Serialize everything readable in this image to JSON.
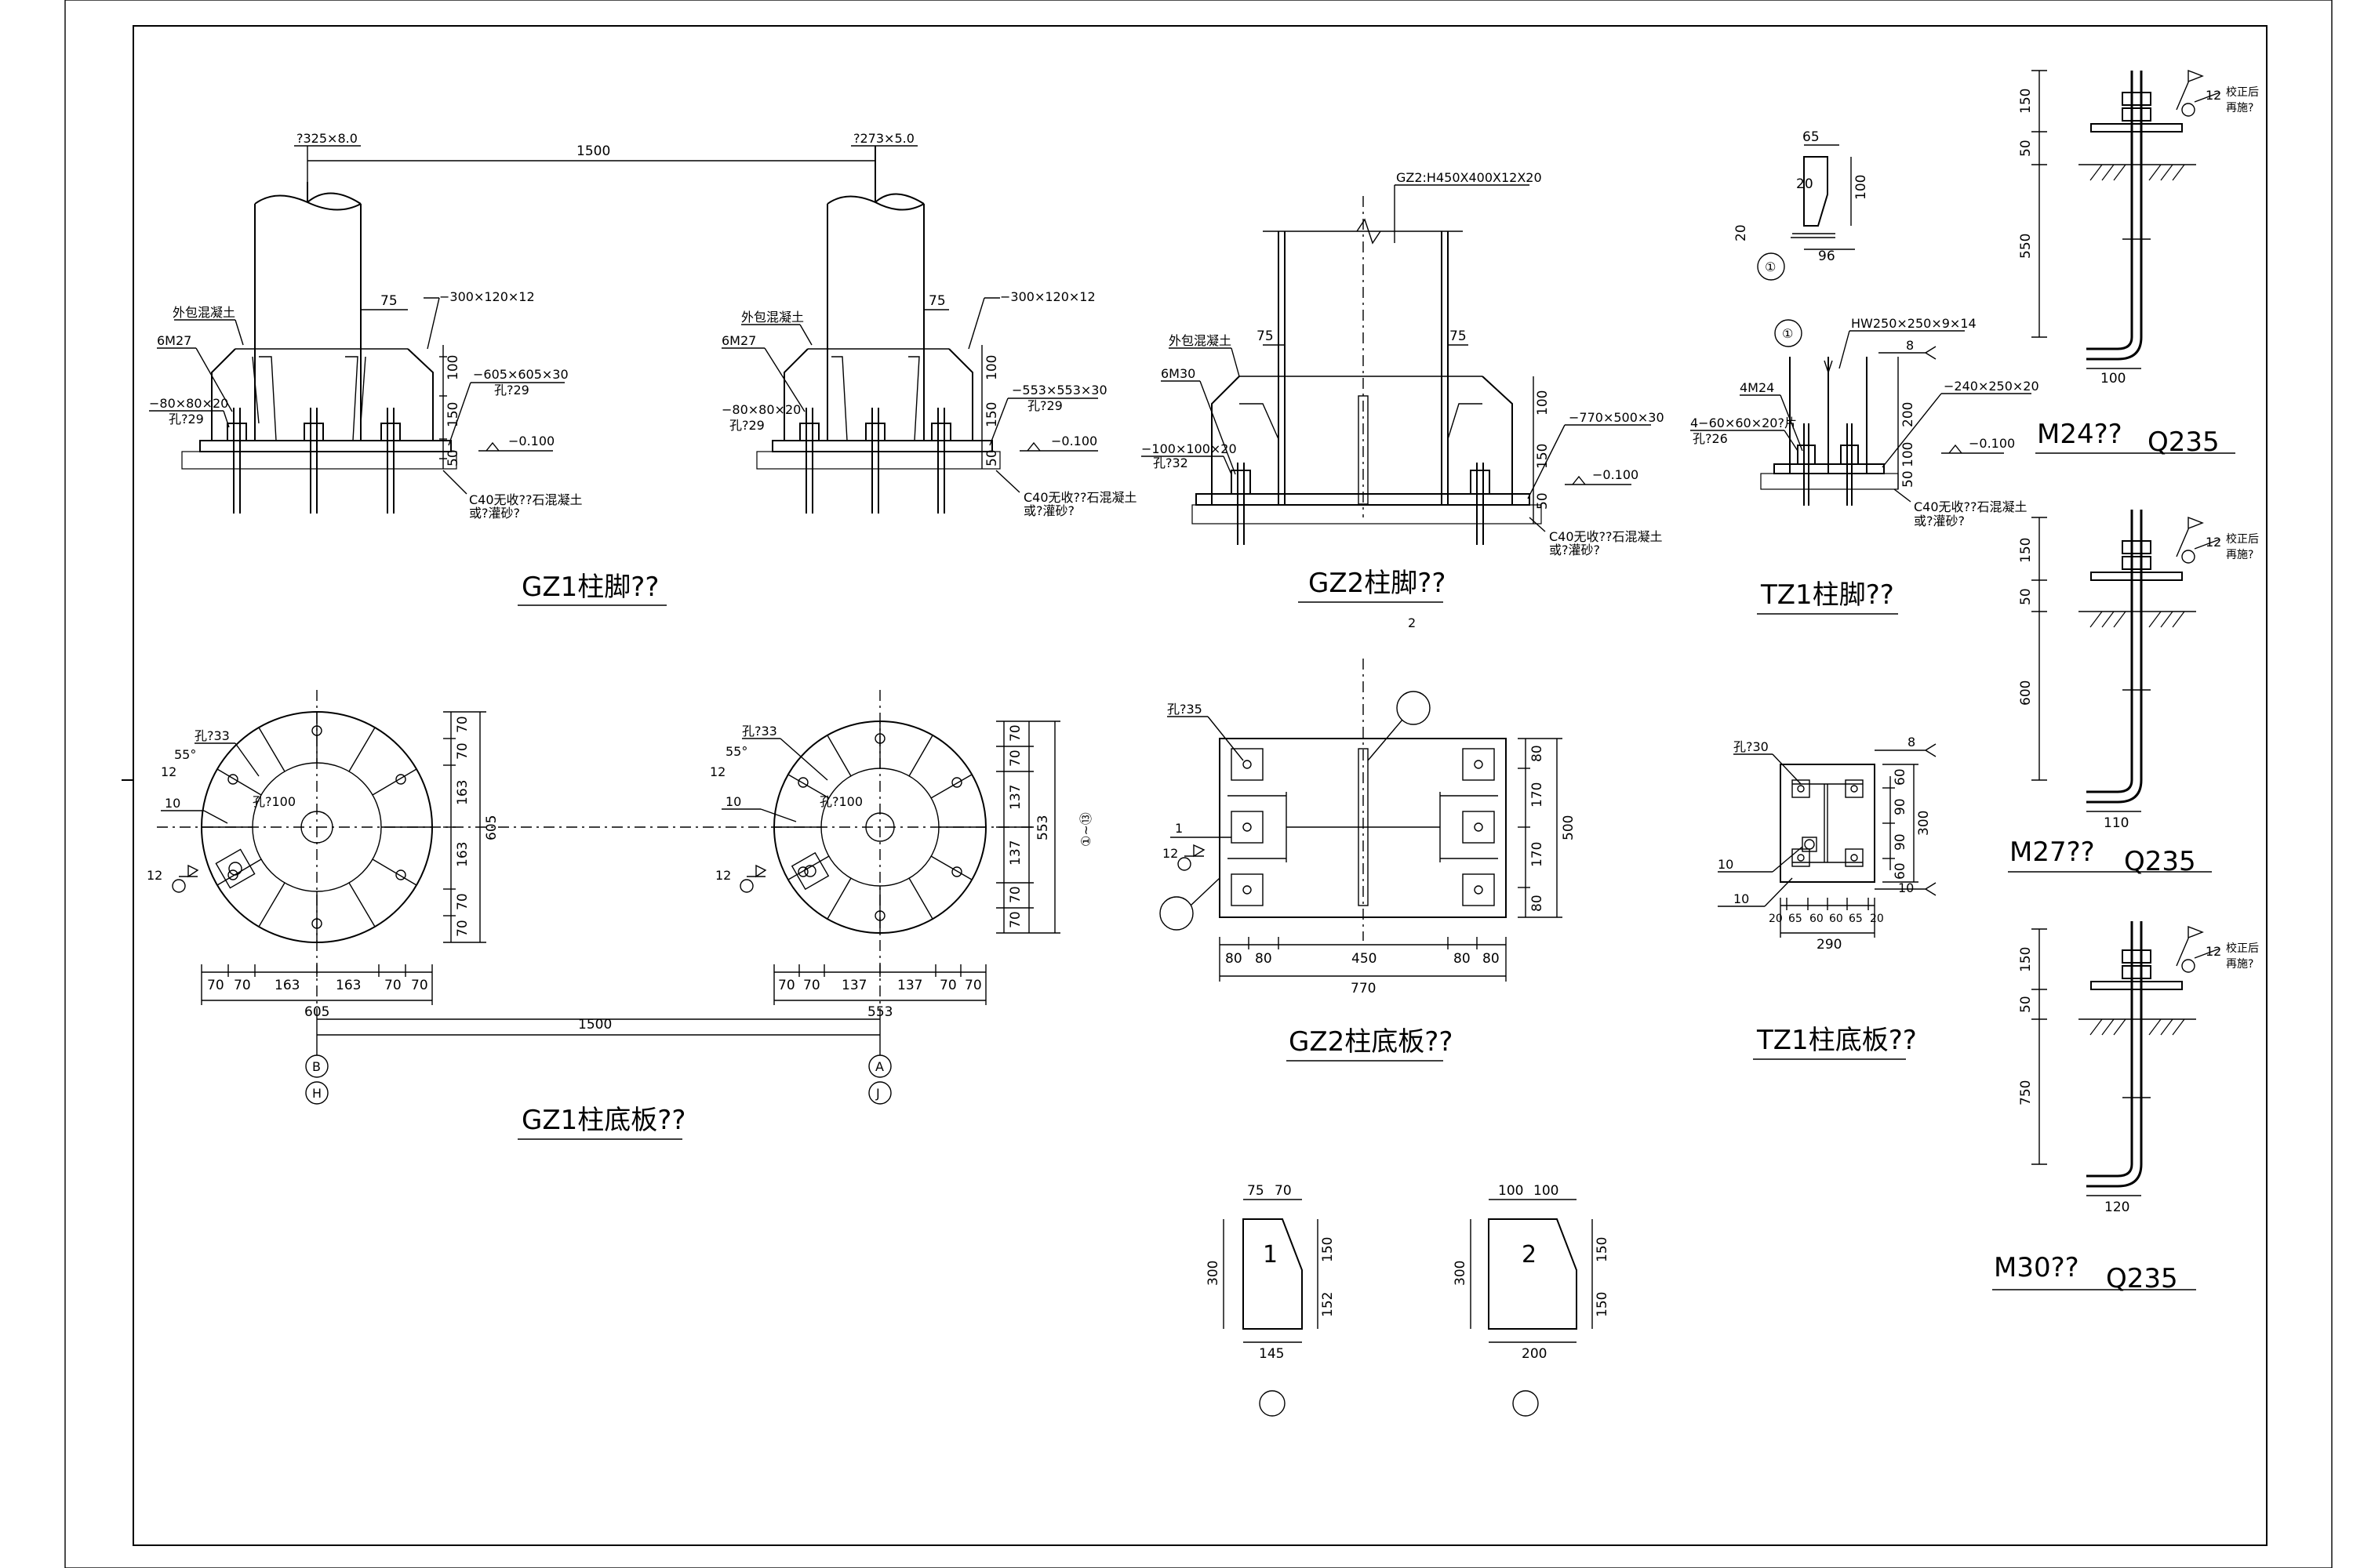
{
  "details": {
    "gz1_foot": {
      "title": "GZ1柱脚??",
      "pipe_left": "?325×8.0",
      "pipe_right": "?273×5.0",
      "span": "1500",
      "stiffener_left": "−300×120×12",
      "stiffener_right": "−300×120×12",
      "encasing_left": "外包混凝土",
      "encasing_right": "外包混凝土",
      "bolts": "6M27",
      "washer_left": "−80×80×20",
      "washer_left_hole": "孔?29",
      "washer_right": "−80×80×20",
      "washer_right_hole": "孔?29",
      "plate_left": "−605×605×30",
      "plate_left_hole": "孔?29",
      "plate_right": "−553×553×30",
      "plate_right_hole": "孔?29",
      "dim_75": "75",
      "dim_100": "100",
      "dim_150": "150",
      "dim_50": "50",
      "elev": "−0.100",
      "grout_line1": "C40无收??石混凝土",
      "grout_line2": "或?灌砂?"
    },
    "gz2_foot": {
      "title": "GZ2柱脚??",
      "section": "GZ2:H450X400X12X20",
      "encasing": "外包混凝土",
      "bolts": "6M30",
      "washer": "−100×100×20",
      "washer_hole": "孔?32",
      "plate": "−770×500×30",
      "dim_75": "75",
      "dim_100": "100",
      "dim_150": "150",
      "dim_50": "50",
      "elev": "−0.100",
      "grout_line1": "C40无收??石混凝土",
      "grout_line2": "或?灌砂?",
      "note_2": "2"
    },
    "tz1_foot": {
      "title": "TZ1柱脚??",
      "section": "HW250×250×9×14",
      "marker": "①",
      "bolts": "4M24",
      "washer": "4−60×60×20?片",
      "washer_hole": "孔?26",
      "plate": "−240×250×20",
      "weld": "8",
      "dim_200": "200",
      "dim_100": "100",
      "dim_50": "50",
      "elev": "−0.100",
      "grout_line1": "C40无收??石混凝土",
      "grout_line2": "或?灌砂?"
    },
    "stiffener_1_small": {
      "marker": "①",
      "dim_65": "65",
      "dim_20a": "20",
      "dim_100": "100",
      "dim_20b": "20",
      "dim_96": "96"
    },
    "gz1_plate": {
      "title": "GZ1柱底板??",
      "hole_bolt_left": "孔?33",
      "hole_bolt_right": "孔?33",
      "angle_left": "55°",
      "angle_right": "55°",
      "weld_12_left": "12",
      "weld_12_right": "12",
      "weld_10_left": "10",
      "weld_10_right": "10",
      "center_hole_left": "孔?100",
      "center_hole_right": "孔?100",
      "horiz_dims_left": [
        "70",
        "70",
        "163",
        "163",
        "70",
        "70"
      ],
      "horiz_total_left": "605",
      "vert_dims_left": [
        "70",
        "70",
        "163",
        "163",
        "70",
        "70"
      ],
      "vert_total_left": "605",
      "horiz_dims_right": [
        "70",
        "70",
        "137",
        "137",
        "70",
        "70"
      ],
      "horiz_total_right": "553",
      "vert_dims_right": [
        "70",
        "70",
        "137",
        "137",
        "70",
        "70"
      ],
      "vert_total_right": "553",
      "span": "1500",
      "grid_left_top": "B",
      "grid_left_bottom": "H",
      "grid_right_top": "A",
      "grid_right_bottom": "J",
      "grid_range": "①~⑬"
    },
    "gz2_plate": {
      "title": "GZ2柱底板??",
      "hole": "孔?35",
      "weld_12": "12",
      "mark_1": "1",
      "horiz_dims": [
        "80",
        "80",
        "450",
        "80",
        "80"
      ],
      "horiz_total": "770",
      "vert_dims": [
        "80",
        "170",
        "170",
        "80"
      ],
      "vert_total": "500"
    },
    "tz1_plate": {
      "title": "TZ1柱底板??",
      "hole": "孔?30",
      "weld_8": "8",
      "weld_10a": "10",
      "weld_10b": "10",
      "weld_10c": "10",
      "horiz_dims": [
        "20",
        "65",
        "60",
        "60",
        "65",
        "20"
      ],
      "horiz_total": "290",
      "vert_dims": [
        "60",
        "90",
        "90",
        "60"
      ],
      "vert_total": "300"
    },
    "stiffener_plate_1": {
      "label": "1",
      "dim_75": "75",
      "dim_70": "70",
      "dim_150": "150",
      "dim_152": "152",
      "dim_300": "300",
      "dim_145": "145"
    },
    "stiffener_plate_2": {
      "label": "2",
      "dim_100a": "100",
      "dim_100b": "100",
      "dim_150a": "150",
      "dim_150b": "150",
      "dim_300": "300",
      "dim_200": "200"
    },
    "anchor_m24": {
      "title": "M24??",
      "material": "Q235",
      "note_line1": "校正后",
      "note_line2": "再施?",
      "weld": "12",
      "dim_150": "150",
      "dim_50": "50",
      "dim_embed": "550",
      "dim_hook": "100"
    },
    "anchor_m27": {
      "title": "M27??",
      "material": "Q235",
      "note_line1": "校正后",
      "note_line2": "再施?",
      "weld": "12",
      "dim_150": "150",
      "dim_50": "50",
      "dim_embed": "600",
      "dim_hook": "110"
    },
    "anchor_m30": {
      "title": "M30??",
      "material": "Q235",
      "note_line1": "校正后",
      "note_line2": "再施?",
      "weld": "12",
      "dim_150": "150",
      "dim_50": "50",
      "dim_embed": "750",
      "dim_hook": "120"
    }
  }
}
